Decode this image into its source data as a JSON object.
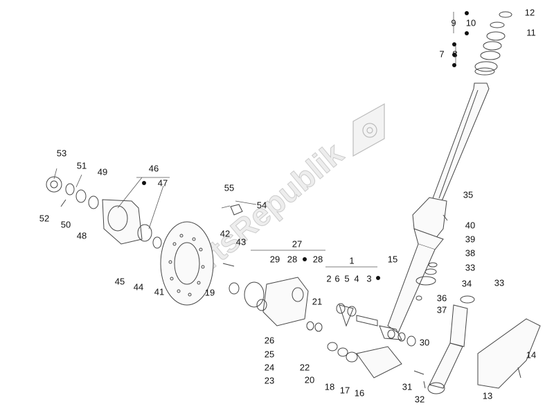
{
  "watermark": "PartsRepublik",
  "callouts": [
    {
      "id": "c12",
      "text": "12"
    },
    {
      "id": "c9",
      "text": "9"
    },
    {
      "id": "c10",
      "text": "10"
    },
    {
      "id": "c11",
      "text": "11"
    },
    {
      "id": "c7",
      "text": "7"
    },
    {
      "id": "c8",
      "text": "8"
    },
    {
      "id": "c53",
      "text": "53"
    },
    {
      "id": "c51",
      "text": "51"
    },
    {
      "id": "c49",
      "text": "49"
    },
    {
      "id": "c46",
      "text": "46"
    },
    {
      "id": "c47",
      "text": "47"
    },
    {
      "id": "c52",
      "text": "52"
    },
    {
      "id": "c50",
      "text": "50"
    },
    {
      "id": "c48",
      "text": "48"
    },
    {
      "id": "c55",
      "text": "55"
    },
    {
      "id": "c54",
      "text": "54"
    },
    {
      "id": "c42",
      "text": "42"
    },
    {
      "id": "c43",
      "text": "43"
    },
    {
      "id": "c35",
      "text": "35"
    },
    {
      "id": "c40",
      "text": "40"
    },
    {
      "id": "c39",
      "text": "39"
    },
    {
      "id": "c38",
      "text": "38"
    },
    {
      "id": "c33a",
      "text": "33"
    },
    {
      "id": "c34",
      "text": "34"
    },
    {
      "id": "c33b",
      "text": "33"
    },
    {
      "id": "c36",
      "text": "36"
    },
    {
      "id": "c37",
      "text": "37"
    },
    {
      "id": "c27",
      "text": "27"
    },
    {
      "id": "c29",
      "text": "29"
    },
    {
      "id": "c28a",
      "text": "28"
    },
    {
      "id": "c28b",
      "text": "28"
    },
    {
      "id": "c1",
      "text": "1"
    },
    {
      "id": "c15",
      "text": "15"
    },
    {
      "id": "c2",
      "text": "2"
    },
    {
      "id": "c6",
      "text": "6"
    },
    {
      "id": "c5",
      "text": "5"
    },
    {
      "id": "c4",
      "text": "4"
    },
    {
      "id": "c3",
      "text": "3"
    },
    {
      "id": "c45",
      "text": "45"
    },
    {
      "id": "c44",
      "text": "44"
    },
    {
      "id": "c41",
      "text": "41"
    },
    {
      "id": "c19",
      "text": "19"
    },
    {
      "id": "c21",
      "text": "21"
    },
    {
      "id": "c26",
      "text": "26"
    },
    {
      "id": "c25",
      "text": "25"
    },
    {
      "id": "c24",
      "text": "24"
    },
    {
      "id": "c22",
      "text": "22"
    },
    {
      "id": "c23",
      "text": "23"
    },
    {
      "id": "c20",
      "text": "20"
    },
    {
      "id": "c18",
      "text": "18"
    },
    {
      "id": "c17",
      "text": "17"
    },
    {
      "id": "c16",
      "text": "16"
    },
    {
      "id": "c30",
      "text": "30"
    },
    {
      "id": "c31",
      "text": "31"
    },
    {
      "id": "c32",
      "text": "32"
    },
    {
      "id": "c13",
      "text": "13"
    },
    {
      "id": "c14",
      "text": "14"
    }
  ]
}
